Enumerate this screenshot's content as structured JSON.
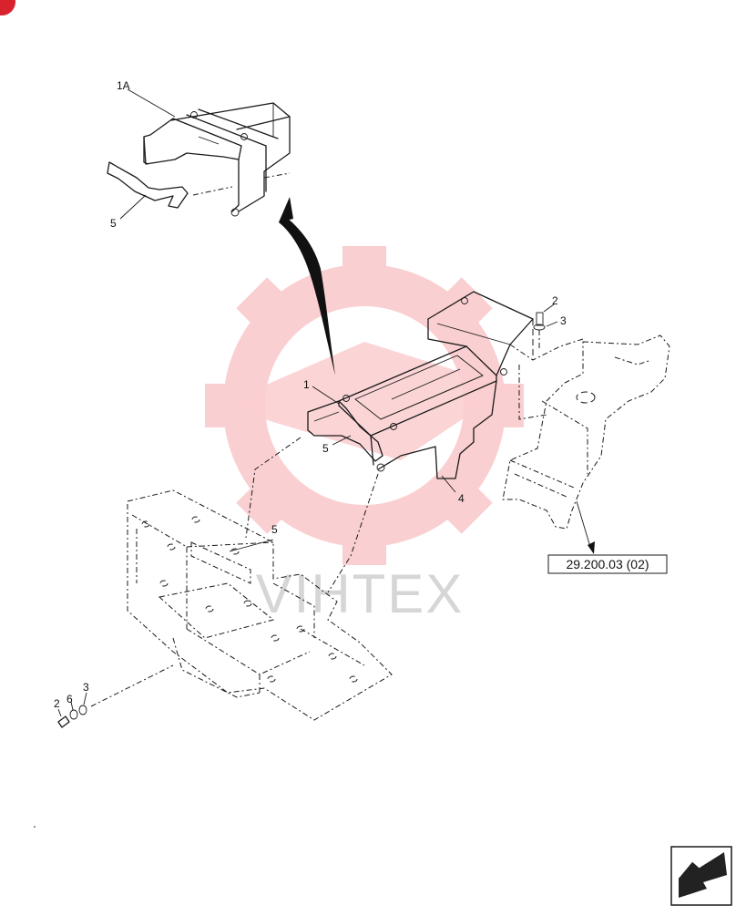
{
  "callouts": {
    "c_1a": "1A",
    "c_5_inset": "5",
    "c_1": "1",
    "c_5_main": "5",
    "c_2_top": "2",
    "c_3_top": "3",
    "c_4": "4",
    "c_5_lower": "5",
    "c_2_bottom": "2",
    "c_6_bottom": "6",
    "c_3_bottom": "3"
  },
  "reference": "29.200.03 (02)",
  "watermark": "VIHTEX",
  "colors": {
    "line": "#1a1a1a",
    "watermark": "#f5a0a6",
    "badge": "#d8232f"
  },
  "icons": [
    "corner-badge-icon",
    "page-arrow-icon"
  ]
}
